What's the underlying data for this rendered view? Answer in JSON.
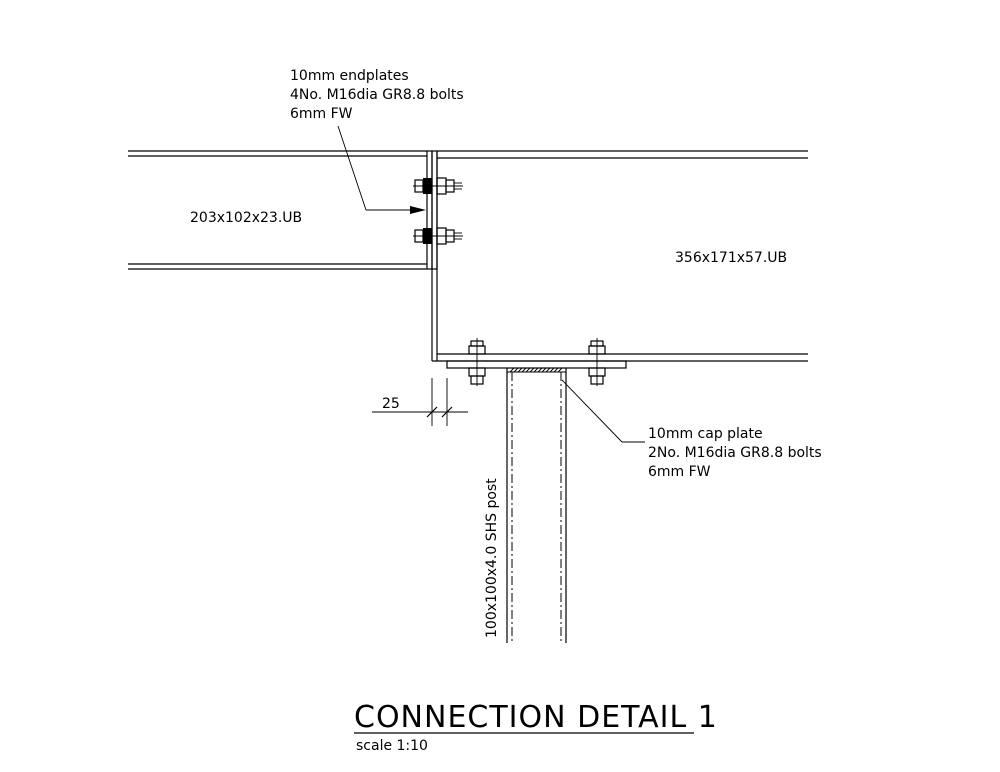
{
  "drawing": {
    "beam_left_label": "203x102x23.UB",
    "beam_main_label": "356x171x57.UB",
    "post_label": "100x100x4.0 SHS post",
    "dimension_value": "25",
    "note_endplate": {
      "line1": "10mm endplates",
      "line2": "4No. M16dia GR8.8 bolts",
      "line3": "6mm FW"
    },
    "note_capplate": {
      "line1": "10mm cap plate",
      "line2": "2No. M16dia GR8.8 bolts",
      "line3": "6mm FW"
    },
    "title": "CONNECTION DETAIL 1",
    "scale": "scale 1:10"
  }
}
